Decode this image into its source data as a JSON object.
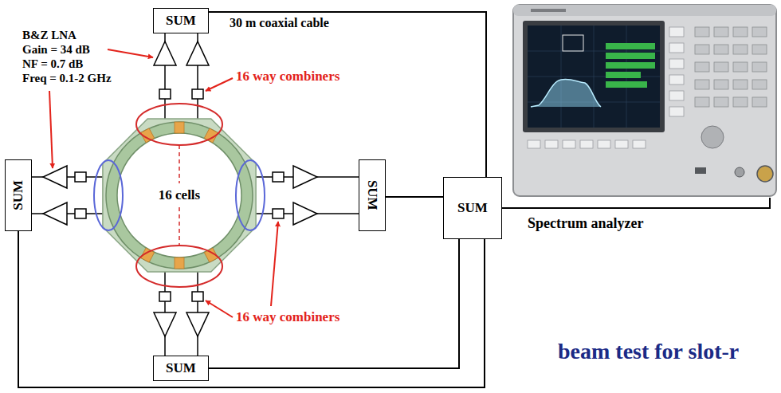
{
  "diagram": {
    "nodes": [
      {
        "text": [
          "SUM"
        ]
      },
      {
        "text": [
          "SUM"
        ]
      },
      {
        "text": [
          "16 cells"
        ]
      },
      {
        "text": [
          "SUM"
        ]
      },
      {
        "text": [
          "SUM"
        ]
      },
      {
        "text": [
          "Spectrum analyzer"
        ]
      },
      {
        "text": [
          "SUM"
        ]
      }
    ],
    "edges": [
      {
        "from": 0,
        "to": 4,
        "arrow": "none",
        "label": "30 m coaxial cable"
      },
      {
        "from": 1,
        "to": 4,
        "arrow": "none"
      },
      {
        "from": 3,
        "to": 4,
        "arrow": "none"
      },
      {
        "from": 6,
        "to": 4,
        "arrow": "none"
      },
      {
        "from": 4,
        "to": 5,
        "arrow": "none"
      }
    ],
    "labels": [
      "B&Z LNA",
      "Gain = 34 dB",
      "NF = 0.7 dB",
      "Freq = 0.1-2 GHz",
      "16 way combiners",
      "16 way combiners",
      "beam test for slot-r"
    ]
  }
}
